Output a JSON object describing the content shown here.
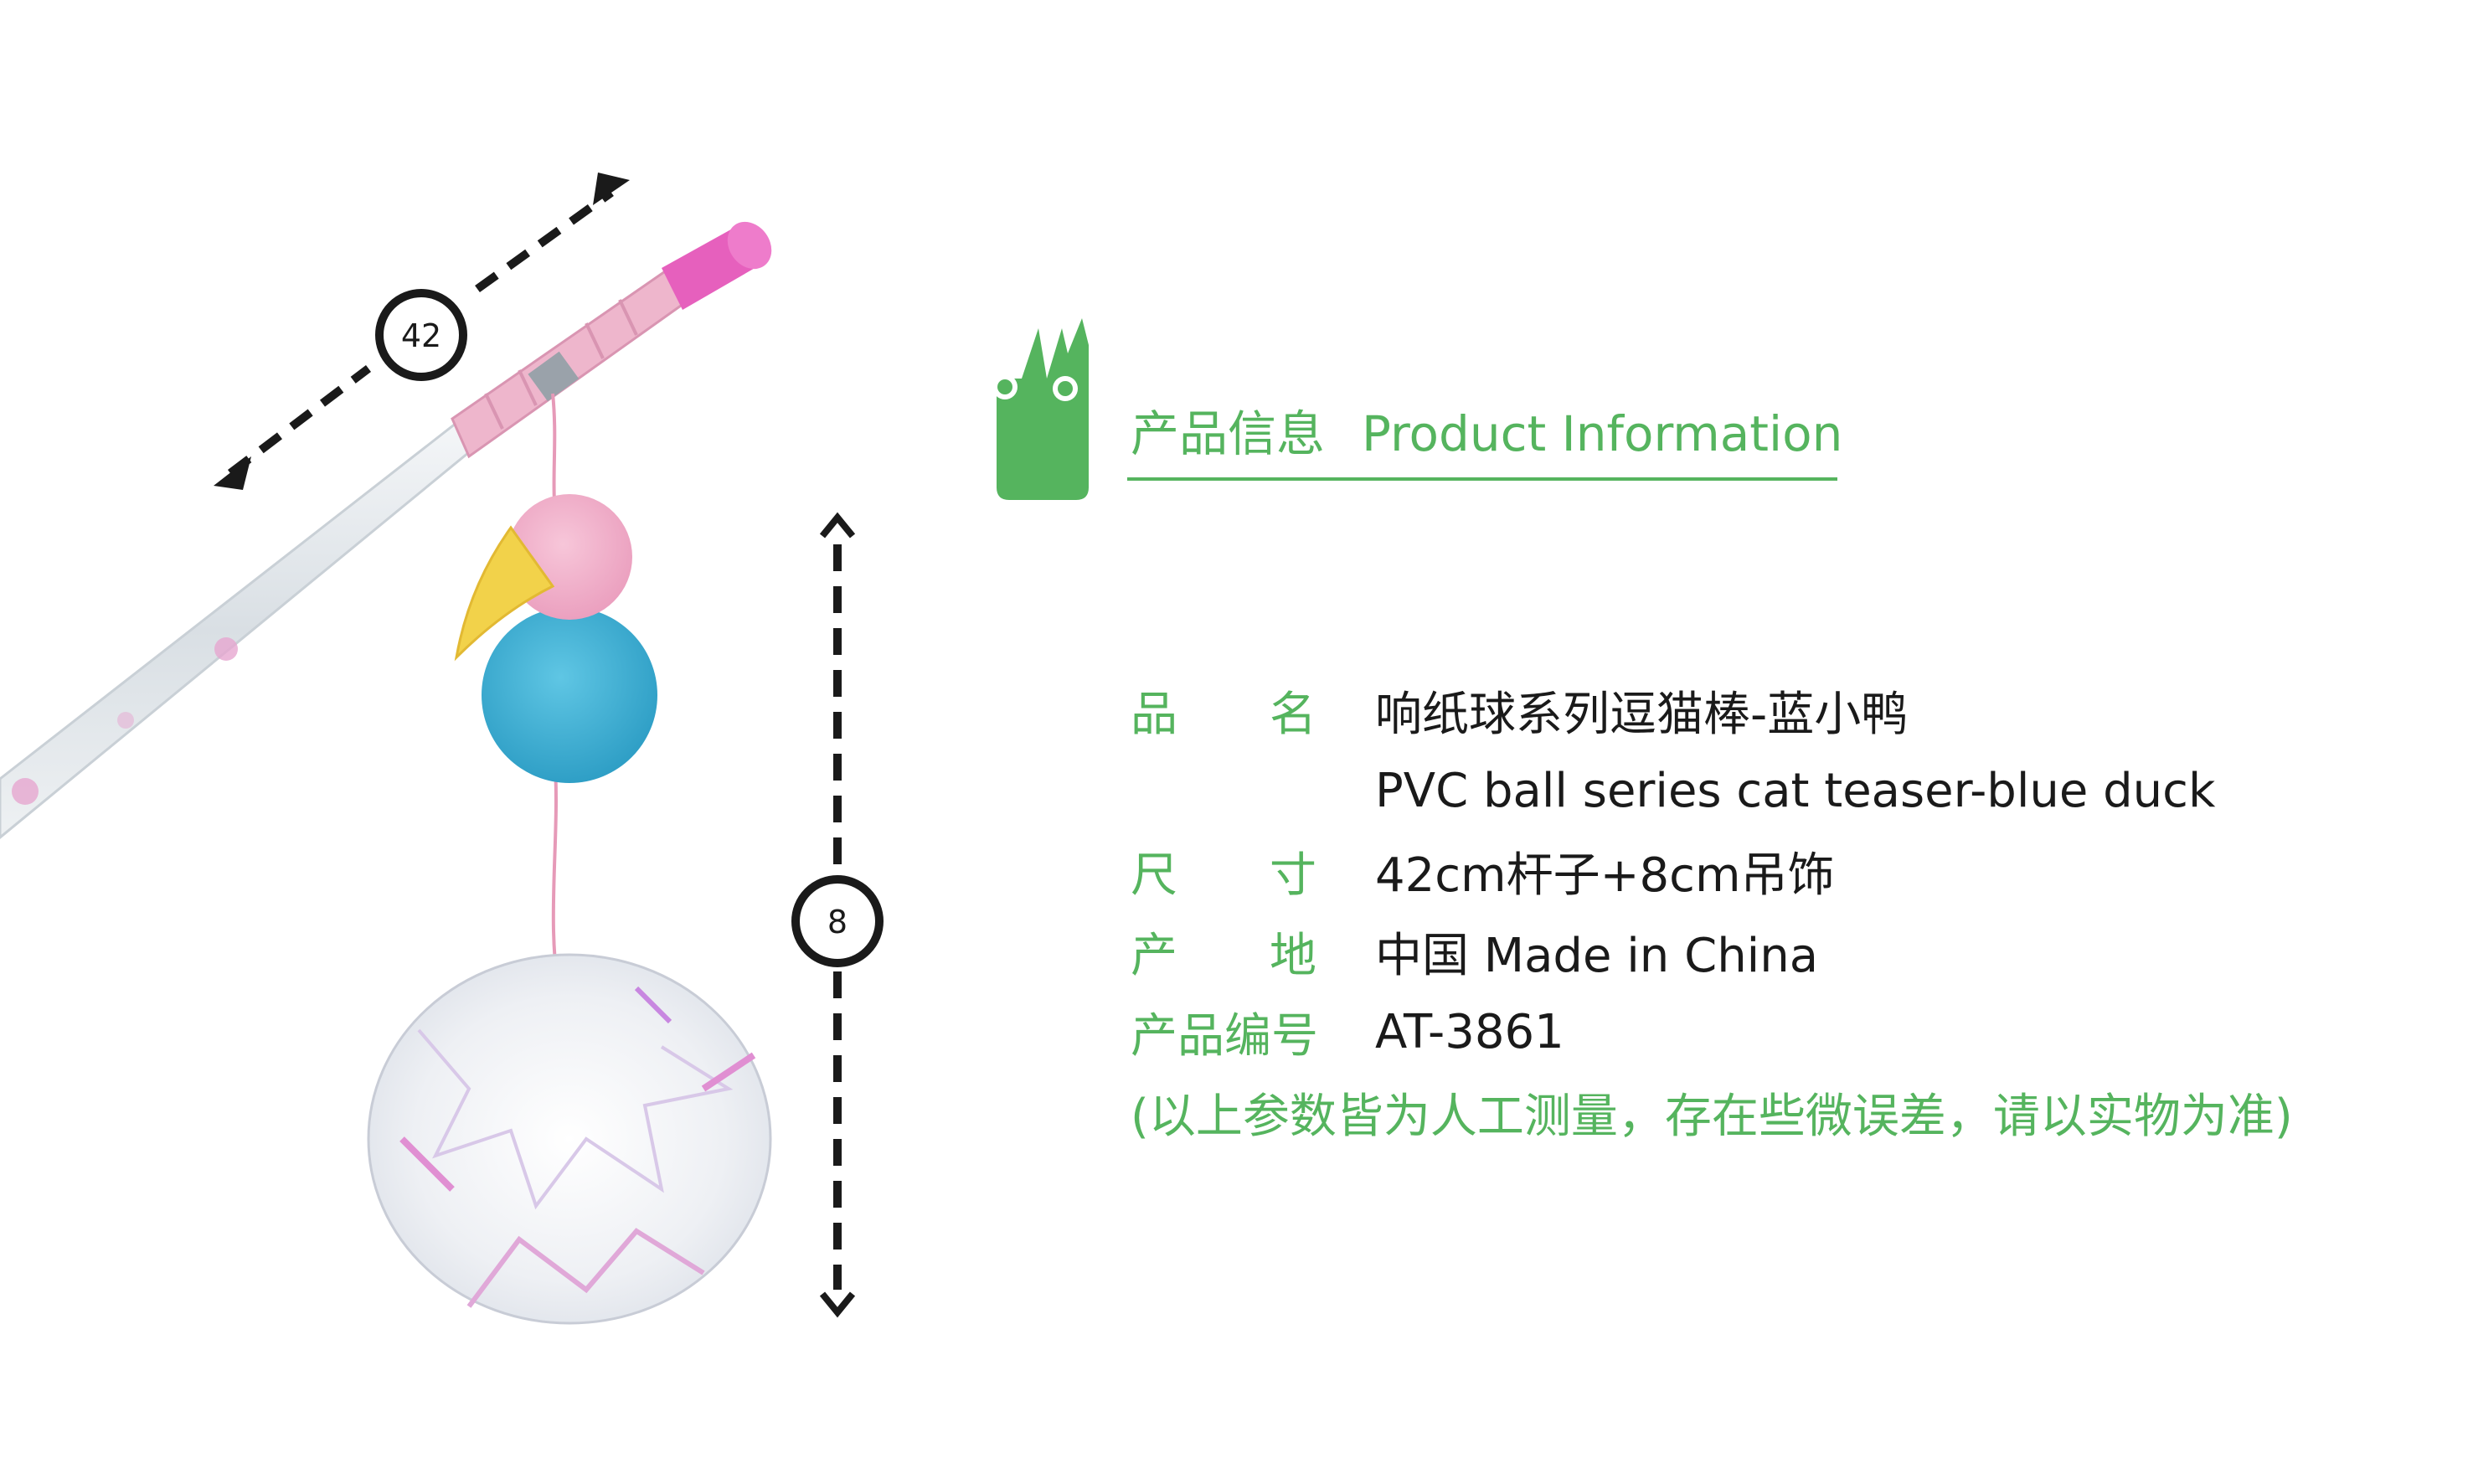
{
  "dimensions": {
    "length_label": "42",
    "drop_label": "8"
  },
  "section": {
    "title_cn": "产品信息",
    "title_en": "Product Information"
  },
  "specs": [
    {
      "label_a": "品",
      "label_b": "名",
      "value": "响纸球系列逗猫棒-蓝小鸭"
    },
    {
      "label_a": "",
      "label_b": "",
      "value": "PVC ball series cat teaser-blue duck"
    },
    {
      "label_a": "尺",
      "label_b": "寸",
      "value": "42cm杆子+8cm吊饰"
    },
    {
      "label_a": "产",
      "label_b": "地",
      "value": "中国 Made in China"
    },
    {
      "label_a": "产品编号",
      "label_b": "",
      "value": "AT-3861"
    }
  ],
  "note": "(以上参数皆为人工测量，存在些微误差，请以实物为准)",
  "colors": {
    "accent": "#55b45e",
    "text": "#1a1a1a"
  },
  "icons": {
    "brand": "green-rabbit-logo-icon"
  }
}
